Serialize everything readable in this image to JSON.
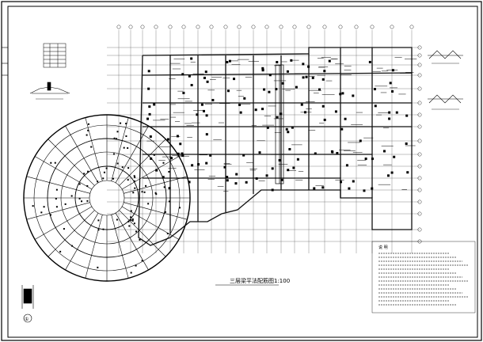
{
  "drawing": {
    "title": "三层梁平法配筋图1:100",
    "notes_heading": "说 明",
    "detail_circle_label": "①",
    "colors": {
      "background": "#ffffff",
      "line": "#000000",
      "wall": "#111111",
      "grid": "#555555"
    }
  }
}
